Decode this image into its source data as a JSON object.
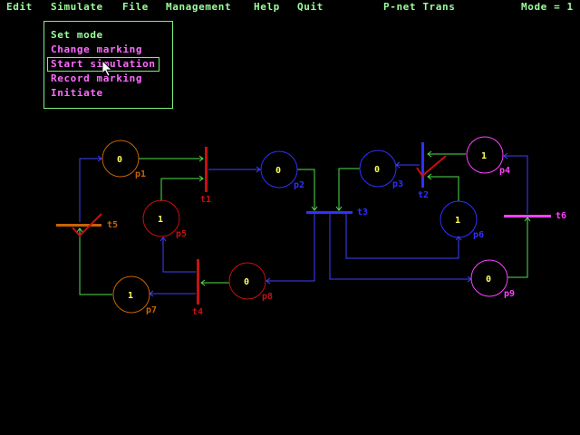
{
  "menu": {
    "items": [
      {
        "label": "Edit"
      },
      {
        "label": "Simulate"
      },
      {
        "label": "File"
      },
      {
        "label": "Management"
      },
      {
        "label": "Help"
      },
      {
        "label": "Quit"
      }
    ]
  },
  "app_title": "P-net Trans",
  "mode_status": "Mode = 1",
  "dropdown": {
    "items": [
      {
        "label": "Set mode",
        "color": "#9cff9c"
      },
      {
        "label": "Change marking",
        "color": "#ff6cff"
      },
      {
        "label": "Start simulation",
        "color": "#ff6cff",
        "selected": true
      },
      {
        "label": "Record marking",
        "color": "#ff6cff"
      },
      {
        "label": "Initiate",
        "color": "#ff6cff"
      }
    ]
  },
  "net": {
    "places": [
      {
        "id": "p1",
        "label": "p1",
        "tokens": "0",
        "color": "#c86400"
      },
      {
        "id": "p2",
        "label": "p2",
        "tokens": "0",
        "color": "#3030ff"
      },
      {
        "id": "p3",
        "label": "p3",
        "tokens": "0",
        "color": "#3030ff"
      },
      {
        "id": "p4",
        "label": "p4",
        "tokens": "1",
        "color": "#ff40ff"
      },
      {
        "id": "p5",
        "label": "p5",
        "tokens": "1",
        "color": "#c81010"
      },
      {
        "id": "p6",
        "label": "p6",
        "tokens": "1",
        "color": "#3030ff"
      },
      {
        "id": "p7",
        "label": "p7",
        "tokens": "1",
        "color": "#c86400"
      },
      {
        "id": "p8",
        "label": "p8",
        "tokens": "0",
        "color": "#c81010"
      },
      {
        "id": "p9",
        "label": "p9",
        "tokens": "0",
        "color": "#ff40ff"
      }
    ],
    "transitions": [
      {
        "id": "t1",
        "label": "t1",
        "color": "#c81010"
      },
      {
        "id": "t2",
        "label": "t2",
        "color": "#3030ff"
      },
      {
        "id": "t3",
        "label": "t3",
        "color": "#3030ff"
      },
      {
        "id": "t4",
        "label": "t4",
        "color": "#c81010"
      },
      {
        "id": "t5",
        "label": "t5",
        "color": "#c86400"
      },
      {
        "id": "t6",
        "label": "t6",
        "color": "#ff40ff"
      }
    ],
    "arc_colors": {
      "green": "#50e050",
      "blue": "#4040ff"
    }
  },
  "icons": {
    "cursor": "mouse-pointer-icon"
  }
}
